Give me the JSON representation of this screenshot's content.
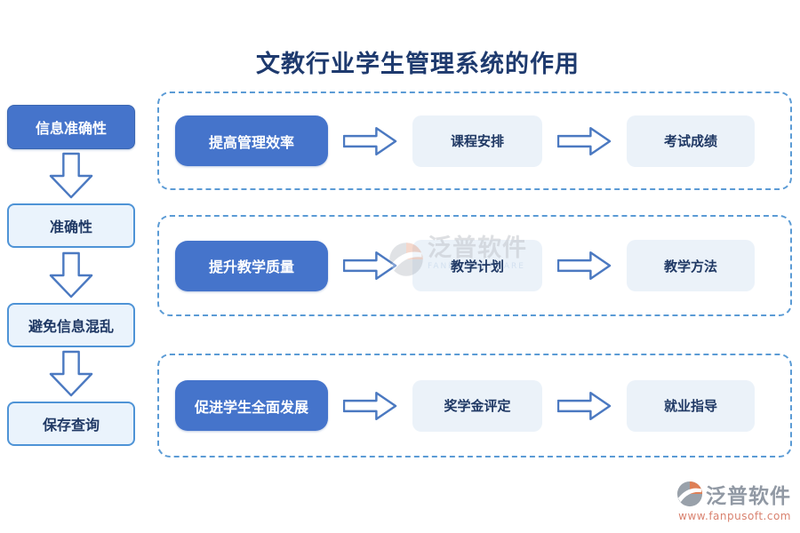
{
  "title": "文教行业学生管理系统的作用",
  "left_flow": {
    "items": [
      {
        "label": "信息准确性"
      },
      {
        "label": "准确性"
      },
      {
        "label": "避免信息混乱"
      },
      {
        "label": "保存查询"
      }
    ]
  },
  "rows": [
    {
      "lead": "提高管理效率",
      "steps": [
        "课程安排",
        "考试成绩"
      ]
    },
    {
      "lead": "提升教学质量",
      "steps": [
        "教学计划",
        "教学方法"
      ]
    },
    {
      "lead": "促进学生全面发展",
      "steps": [
        "奖学金评定",
        "就业指导"
      ]
    }
  ],
  "watermark": {
    "brand": "泛普软件",
    "tagline": "FANPU SOFTWARE"
  },
  "footer": {
    "brand": "泛普软件",
    "url": "www.fanpusoft.com"
  },
  "colors": {
    "primary_blue": "#4574CB",
    "title_navy": "#1E3A6E",
    "step_box_fill": "#EBF2F9",
    "left_box_fill": "#EAF3FC",
    "left_box_border": "#4E93D6",
    "dashed_border": "#5B9BD5",
    "arrow_stroke": "#4B79C1",
    "logo_gray": "#99A1AA",
    "logo_red": "#DE7F56",
    "url_red": "#D9826F"
  }
}
